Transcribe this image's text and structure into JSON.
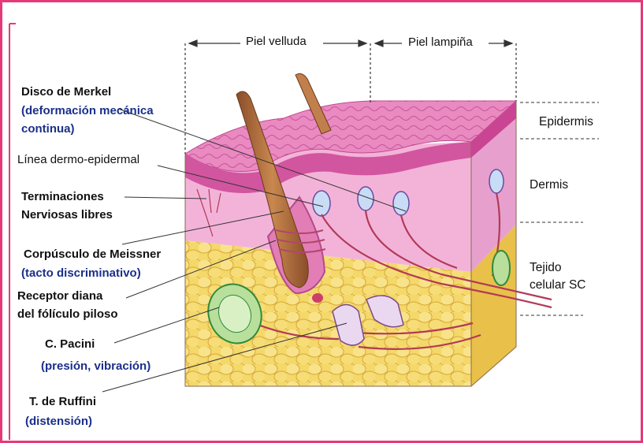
{
  "header": {
    "hairy_skin": "Piel velluda",
    "glabrous_skin": "Piel lampiña"
  },
  "layers": {
    "epidermis": "Epidermis",
    "dermis": "Dermis",
    "subcutaneous_line1": "Tejido",
    "subcutaneous_line2": "celular SC"
  },
  "receptors": {
    "merkel_name": "Disco de Merkel",
    "merkel_desc_line1": "(deformación mecánica",
    "merkel_desc_line2": "continua)",
    "dermo_epidermal": "Línea dermo-epidermal",
    "free_endings_line1": "Terminaciones",
    "free_endings_line2": "Nerviosas libres",
    "meissner_name": "Corpúsculo de Meissner",
    "meissner_desc": "(tacto discriminativo)",
    "hair_receptor_line1": "Receptor diana",
    "hair_receptor_line2": "del fólículo piloso",
    "pacini_name": "C. Pacini",
    "pacini_desc": "(presión, vibración)",
    "ruffini_name": "T. de Ruffini",
    "ruffini_desc": "(distensión)"
  },
  "colors": {
    "border": "#e6397a",
    "epidermis": "#e577b4",
    "dermis": "#f3b3d9",
    "fat": "#f2d35a",
    "hair": "#b06c3e",
    "label_blue": "#1a2f8a"
  }
}
